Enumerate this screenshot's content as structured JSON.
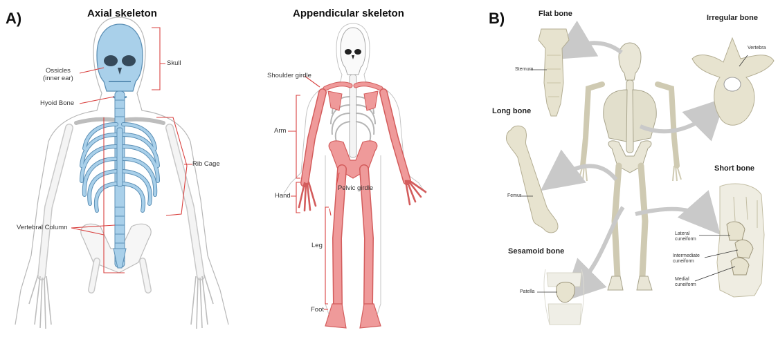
{
  "panel_a": {
    "letter": "A)",
    "axial": {
      "title": "Axial skeleton",
      "labels": {
        "ossicles_line1": "Ossicles",
        "ossicles_line2": "(inner ear)",
        "skull": "Skull",
        "hyoid": "Hyoid Bone",
        "rib_cage": "Rib Cage",
        "vertebral_column": "Vertebral Column"
      }
    },
    "appendicular": {
      "title": "Appendicular skeleton",
      "labels": {
        "shoulder_girdle": "Shoulder girdle",
        "arm": "Arm",
        "hand": "Hand",
        "pelvic_girdle": "Pelvic girdle",
        "leg": "Leg",
        "foot": "Foot"
      }
    }
  },
  "panel_b": {
    "letter": "B)",
    "types": {
      "flat": {
        "title": "Flat bone",
        "example": "Sternum"
      },
      "irregular": {
        "title": "Irregular bone",
        "example": "Vertebra"
      },
      "long": {
        "title": "Long bone",
        "example": "Femur"
      },
      "short": {
        "title": "Short bone",
        "lateral_1": "Lateral",
        "lateral_2": "cuneiform",
        "intermediate_1": "Intermediate",
        "intermediate_2": "cuneiform",
        "medial_1": "Medial",
        "medial_2": "cuneiform"
      },
      "sesamoid": {
        "title": "Sesamoid bone",
        "example": "Patella"
      }
    }
  },
  "colors": {
    "axial_fill": "#a9d0ea",
    "axial_stroke": "#5b8fb5",
    "appendicular_fill": "#ef9a9a",
    "appendicular_stroke": "#d35c5c",
    "pointer_red": "#d9413f",
    "bone_beige": "#e9e6d6",
    "outline_gray": "#9a9a9a",
    "arrow_gray": "#c9c9c9"
  }
}
